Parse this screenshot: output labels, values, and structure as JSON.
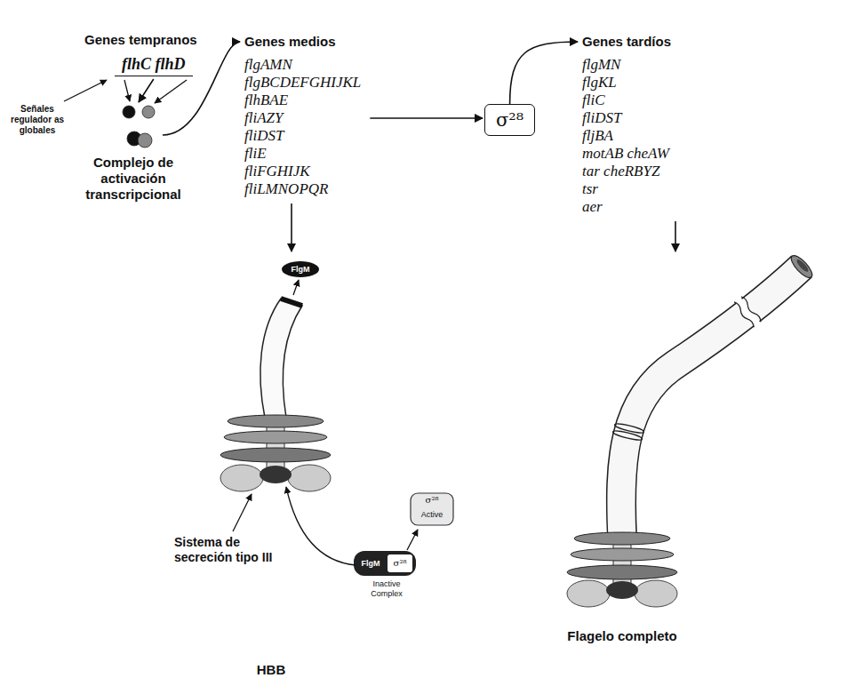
{
  "diagram": {
    "nodes": [
      {
        "text": [
          "Genes tempranos",
          "flhC flhD"
        ]
      },
      {
        "text": [
          "Complejo de activación transcripcional"
        ]
      },
      {
        "text": [
          "Genes medios",
          "flgAMN",
          "flgBCDEFGHIJKL",
          "flhBAE",
          "fliAZY",
          "fliDST",
          "fliE",
          "fliFGHIJK",
          "fliLMNOPQR"
        ]
      },
      {
        "text": [
          "σ²⁸"
        ]
      },
      {
        "text": [
          "Genes tardíos",
          "flgMN",
          "flgKL",
          "fliC",
          "fliDST",
          "fljBA",
          "motAB cheAW",
          "tar cheRBYZ",
          "tsr",
          "aer"
        ]
      },
      {
        "text": [
          "HBB"
        ]
      },
      {
        "text": [
          "Flagelo completo"
        ]
      }
    ],
    "edges": [
      {
        "from": 0,
        "to": 1,
        "arrow": "to"
      },
      {
        "from": 1,
        "to": 2,
        "arrow": "to"
      },
      {
        "from": 2,
        "to": 3,
        "arrow": "to"
      },
      {
        "from": 3,
        "to": 4,
        "arrow": "to"
      },
      {
        "from": 2,
        "to": 5,
        "arrow": "to"
      },
      {
        "from": 4,
        "to": 6,
        "arrow": "to"
      }
    ],
    "labels": [
      "Señales regulador as globales",
      "FlgM",
      "σ²⁸",
      "Active",
      "FlgM",
      "σ²⁸",
      "Inactive Complex",
      "Sistema de secreción tipo III"
    ]
  }
}
